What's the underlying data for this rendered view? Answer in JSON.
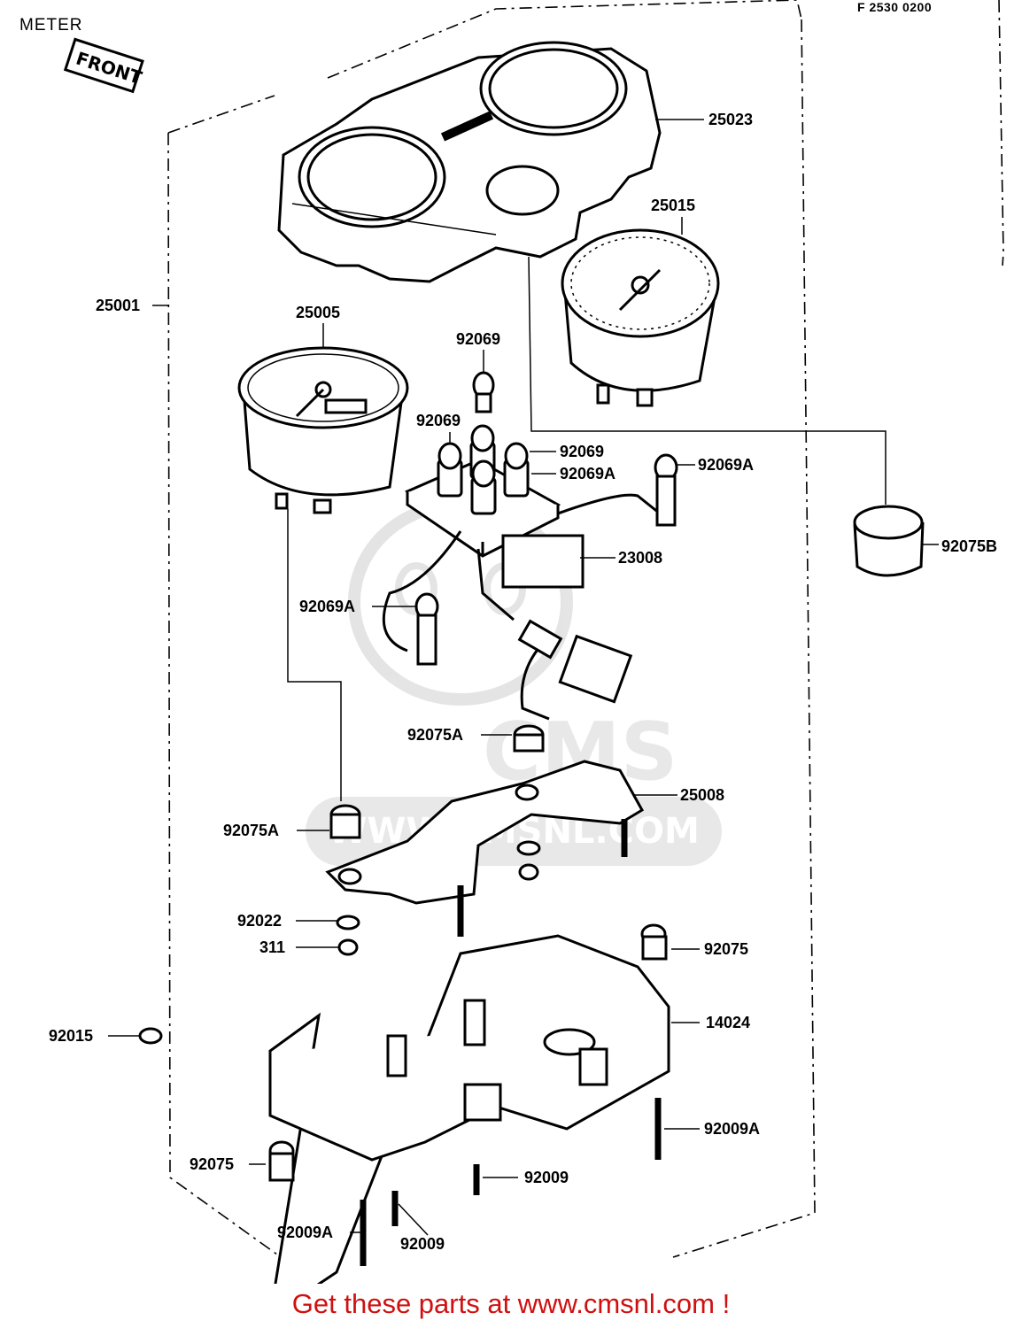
{
  "page_title": "METER",
  "figure_code": "F 2530 0200",
  "front_label": "FRONT",
  "watermark_text": "WWW.CMSNL.COM",
  "watermark_logo": "CMS",
  "promo_text": "Get these parts at www.cmsnl.com !",
  "promo_color": "#d01010",
  "part_labels": {
    "p25023": "25023",
    "p25015": "25015",
    "p25001": "25001",
    "p25005": "25005",
    "p92069_top": "92069",
    "p92069_left": "92069",
    "p92069_right": "92069",
    "p92069A_mid": "92069A",
    "p92069A_right": "92069A",
    "p92075B": "92075B",
    "p23008": "23008",
    "p92069A_left": "92069A",
    "p92075A_mid": "92075A",
    "p25008": "25008",
    "p92075A_left": "92075A",
    "p92022": "92022",
    "p311": "311",
    "p92075_right": "92075",
    "p14024": "14024",
    "p92015": "92015",
    "p92009A_right": "92009A",
    "p92075_left": "92075",
    "p92009_mid": "92009",
    "p92009A_bottom": "92009A",
    "p92009_bottom": "92009"
  }
}
